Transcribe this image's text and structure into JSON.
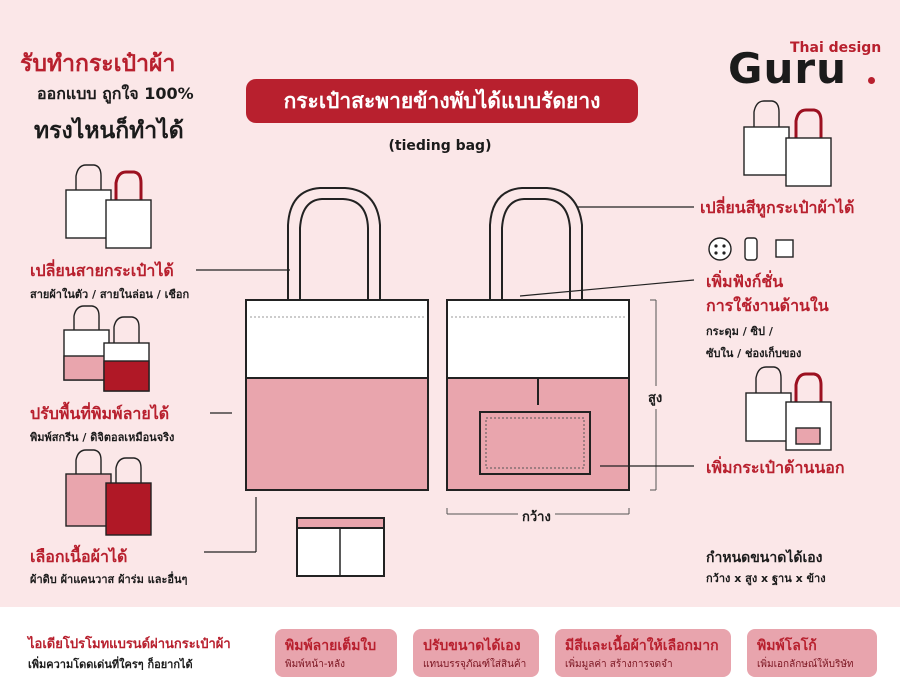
{
  "header": {
    "line1": "รับทำกระเป๋าผ้า",
    "line2": "ออกแบบ ถูกใจ 100%",
    "line3": "ทรงไหนก็ทำได้"
  },
  "logo": {
    "small": "Thai design",
    "big": "Guru"
  },
  "title": "กระเป๋าสะพายข้างพับได้แบบรัดยาง",
  "subtitle": "(tieding bag)",
  "left_features": [
    {
      "title": "เปลี่ยนสายกระเป๋าได้",
      "desc": "สายผ้าในตัว / สายในล่อน / เชือก"
    },
    {
      "title": "ปรับพื้นที่พิมพ์ลายได้",
      "desc": "พิมพ์สกรีน / ดิจิตอลเหมือนจริง"
    },
    {
      "title": "เลือกเนื้อผ้าได้",
      "desc": "ผ้าดิบ ผ้าแคนวาส ผ้าร่ม และอื่นๆ"
    }
  ],
  "right_features": [
    {
      "title": "เปลี่ยนสีหูกระเป๋าผ้าได้"
    },
    {
      "title1": "เพิ่มฟังก์ชั่น",
      "title2": "การใช้งานด้านใน",
      "desc1": "กระดุม / ซิป /",
      "desc2": "ซับใน / ช่องเก็บของ"
    },
    {
      "title": "เพิ่มกระเป๋าด้านนอก"
    },
    {
      "title": "กำหนดขนาดได้เอง",
      "desc": "กว้าง x สูง x ฐาน x ข้าง"
    }
  ],
  "dims": {
    "height": "สูง",
    "width": "กว้าง"
  },
  "footer": {
    "line1": "ไอเดียโปรโมทแบรนด์ผ่านกระเป๋าผ้า",
    "line2": "เพิ่มความโดดเด่นที่ใครๆ ก็อยากได้",
    "pills": [
      {
        "title": "พิมพ์ลายเต็มใบ",
        "sub": "พิมพ์หน้า-หลัง"
      },
      {
        "title": "ปรับขนาดได้เอง",
        "sub": "แทนบรรจุภัณฑ์ใส่สินค้า"
      },
      {
        "title": "มีสีและเนื้อผ้าให้เลือกมาก",
        "sub": "เพิ่มมูลค่า สร้างการจดจำ"
      },
      {
        "title": "พิมพ์โลโก้",
        "sub": "เพิ่มเอกลักษณ์ให้บริษัท"
      }
    ]
  },
  "colors": {
    "accent": "#b8202e",
    "pink": "#e8a4ad",
    "bg": "#fbe7e8"
  }
}
